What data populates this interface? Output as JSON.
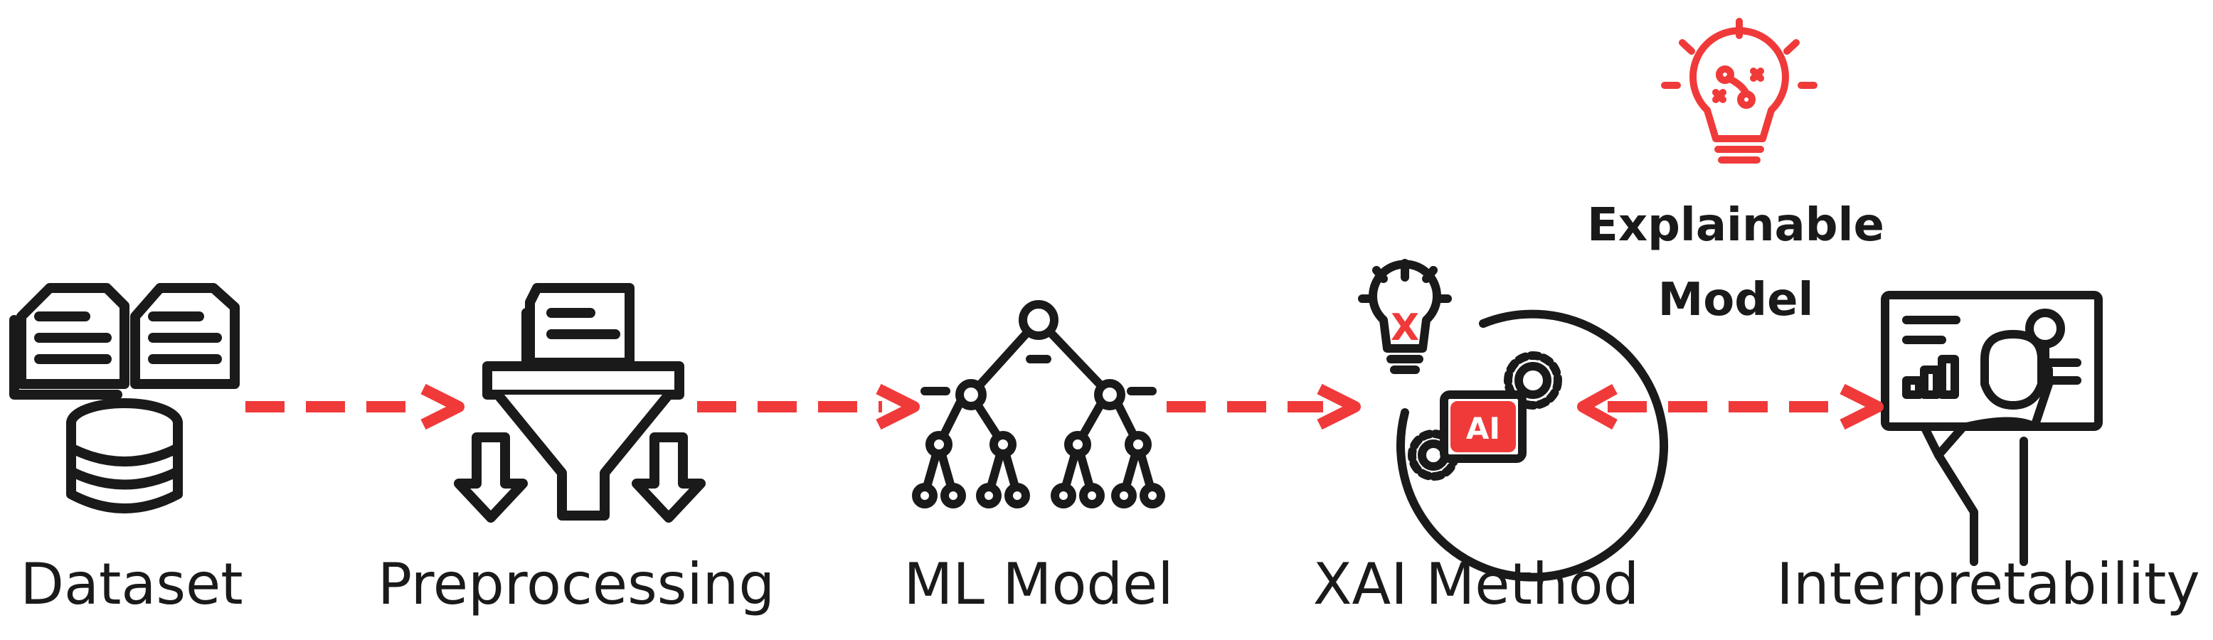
{
  "steps": {
    "dataset": "Dataset",
    "preprocessing": "Preprocessing",
    "ml_model": "ML Model",
    "xai_method": "XAI Method",
    "interpretability": "Interpretability"
  },
  "explainable": {
    "line1": "Explainable",
    "line2": "Model"
  },
  "xai_icon": {
    "bulb_letter": "X",
    "chip_text": "AI"
  },
  "colors": {
    "accent": "#f03a3a",
    "ink": "#1a1a1a"
  },
  "icons": [
    "document-database-icon",
    "funnel-icon",
    "tree-network-icon",
    "ai-gear-bulb-icon",
    "presenter-board-icon",
    "idea-bulb-icon"
  ]
}
